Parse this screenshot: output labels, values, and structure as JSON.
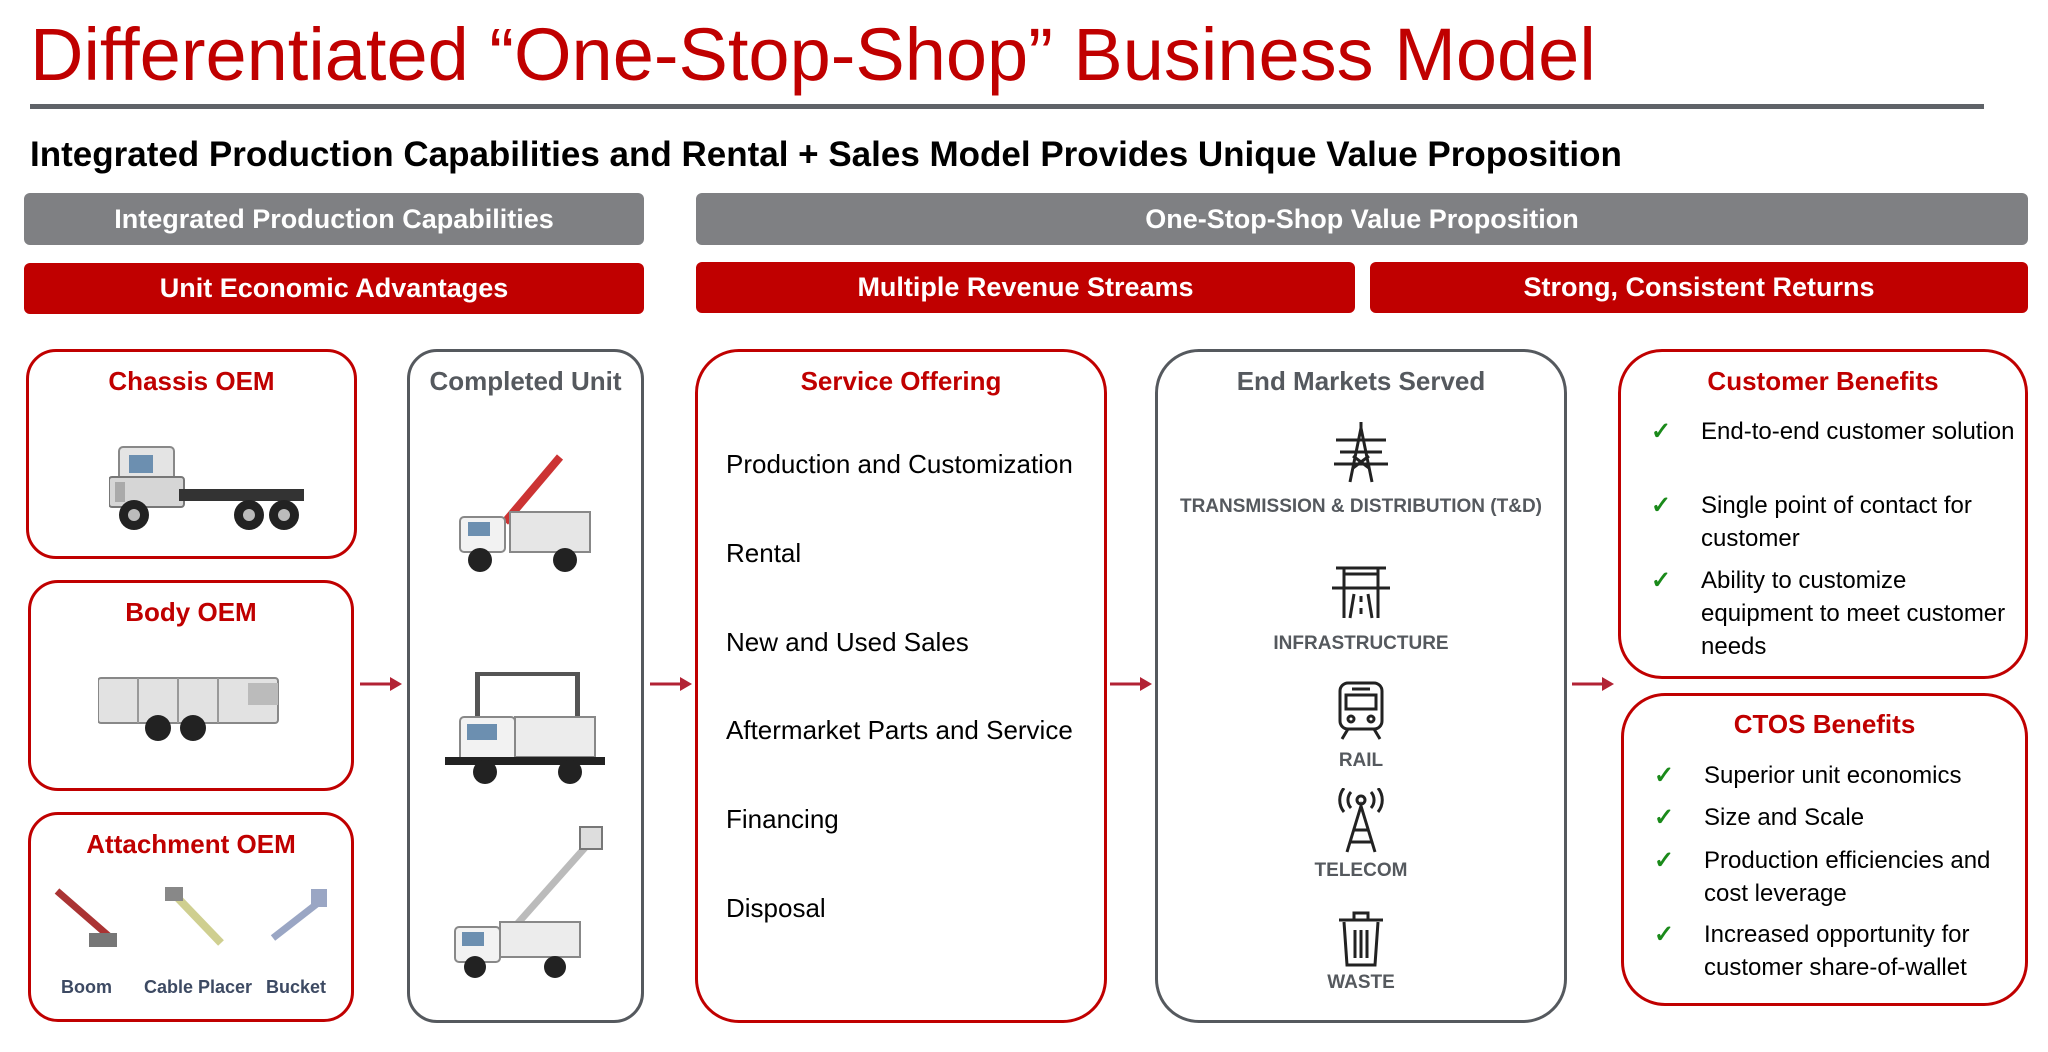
{
  "title": "Differentiated “One-Stop-Shop” Business Model",
  "subtitle": "Integrated Production Capabilities and Rental + Sales Model Provides Unique Value Proposition",
  "bars": {
    "integrated_production": "Integrated Production Capabilities",
    "one_stop_shop": "One-Stop-Shop Value Proposition",
    "unit_economic": "Unit Economic Advantages",
    "multiple_revenue": "Multiple Revenue Streams",
    "strong_returns": "Strong, Consistent Returns"
  },
  "oem": {
    "chassis": "Chassis OEM",
    "body": "Body OEM",
    "attachment": "Attachment OEM",
    "attachment_types": [
      "Boom",
      "Cable Placer",
      "Bucket"
    ]
  },
  "completed_unit": {
    "title": "Completed Unit"
  },
  "service_offering": {
    "title": "Service Offering",
    "items": [
      "Production and Customization",
      "Rental",
      "New and Used Sales",
      "Aftermarket Parts and Service",
      "Financing",
      "Disposal"
    ]
  },
  "end_markets": {
    "title": "End Markets Served",
    "items": [
      {
        "label": "TRANSMISSION & DISTRIBUTION (T&D)",
        "icon": "transmission-tower-icon"
      },
      {
        "label": "INFRASTRUCTURE",
        "icon": "highway-icon"
      },
      {
        "label": "RAIL",
        "icon": "train-icon"
      },
      {
        "label": "TELECOM",
        "icon": "radio-tower-icon"
      },
      {
        "label": "WASTE",
        "icon": "trash-can-icon"
      }
    ]
  },
  "customer_benefits": {
    "title": "Customer Benefits",
    "items": [
      "End-to-end customer solution",
      "Single point of contact for customer",
      "Ability to customize equipment to meet customer needs"
    ]
  },
  "ctos_benefits": {
    "title": "CTOS Benefits",
    "items": [
      "Superior unit economics",
      "Size and Scale",
      "Production efficiencies and cost leverage",
      "Increased opportunity for customer share-of-wallet"
    ]
  },
  "colors": {
    "brand_red": "#c00000",
    "grey_bar": "#7f8083",
    "box_grey": "#55595e",
    "check_green": "#1a8a1a"
  }
}
